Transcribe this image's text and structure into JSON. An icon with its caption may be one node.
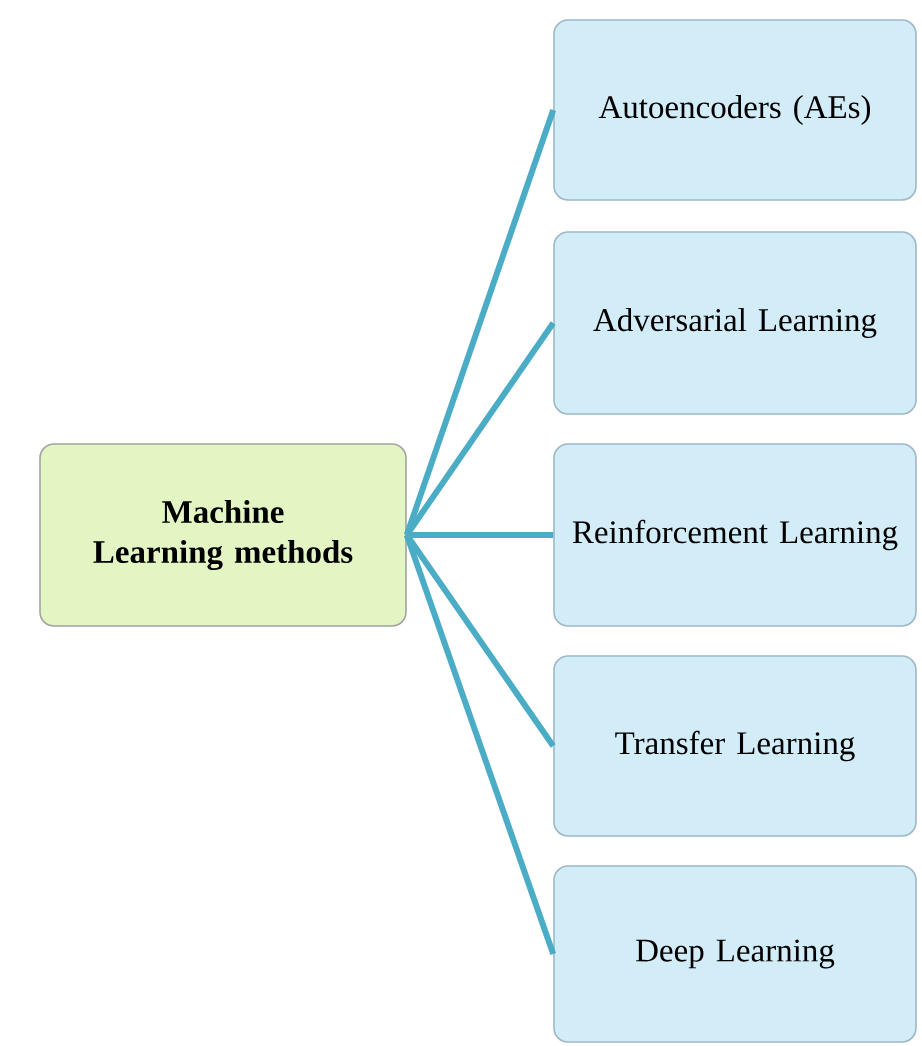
{
  "diagram": {
    "nodes": [
      {
        "text": [
          "Machine Learning methods"
        ]
      },
      {
        "text": [
          "Autoencoders (AEs)"
        ]
      },
      {
        "text": [
          "Adversarial Learning"
        ]
      },
      {
        "text": [
          "Reinforcement Learning"
        ]
      },
      {
        "text": [
          "Transfer Learning"
        ]
      },
      {
        "text": [
          "Deep Learning"
        ]
      }
    ],
    "edges": [
      {
        "from": 0,
        "to": 1,
        "arrow": "none"
      },
      {
        "from": 0,
        "to": 2,
        "arrow": "none"
      },
      {
        "from": 0,
        "to": 3,
        "arrow": "none"
      },
      {
        "from": 0,
        "to": 4,
        "arrow": "none"
      },
      {
        "from": 0,
        "to": 5,
        "arrow": "none"
      }
    ]
  }
}
